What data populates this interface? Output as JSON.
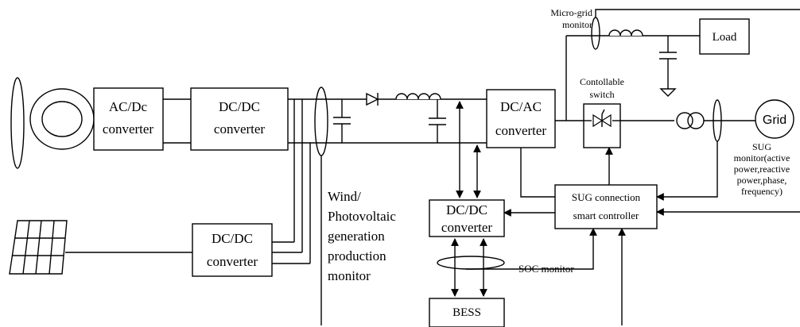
{
  "blocks": {
    "acdc": [
      "AC/Dc",
      "converter"
    ],
    "dcdc_wind": [
      "DC/DC",
      "converter"
    ],
    "dcdc_pv": [
      "DC/DC",
      "converter"
    ],
    "dcac": [
      "DC/AC",
      "converter"
    ],
    "dcdc_bess": [
      "DC/DC",
      "converter"
    ],
    "sug_controller": [
      "SUG connection",
      "smart controller"
    ],
    "bess": "BESS",
    "load": "Load",
    "grid": "Grid"
  },
  "labels": {
    "microgrid_monitor": [
      "Micro-grid",
      "monitor"
    ],
    "switch": [
      "Contollable",
      "switch"
    ],
    "sug_monitor": [
      "SUG",
      "monitor(active",
      "power,reactive",
      "power,phase,",
      "frequency)"
    ],
    "wind_pv_monitor": [
      "Wind/",
      "Photovoltaic",
      "generation",
      "production",
      "monitor"
    ],
    "soc_monitor": "SOC monitor"
  }
}
